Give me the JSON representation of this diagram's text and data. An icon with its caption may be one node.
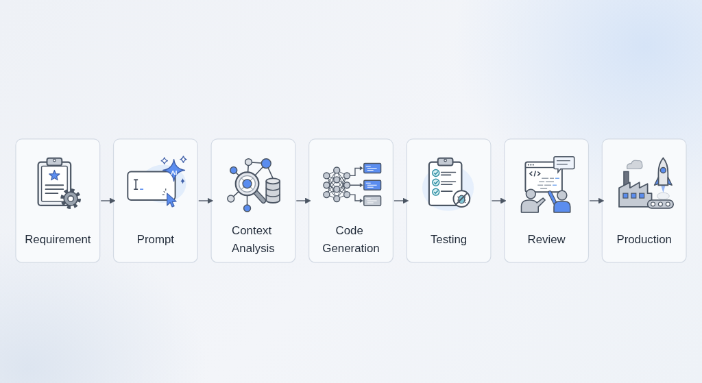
{
  "diagram": {
    "nodes": [
      {
        "text": [
          "Requirement"
        ]
      },
      {
        "text": [
          "Prompt"
        ]
      },
      {
        "text": [
          "Context Analysis"
        ]
      },
      {
        "text": [
          "Code Generation"
        ]
      },
      {
        "text": [
          "Testing"
        ]
      },
      {
        "text": [
          "Review"
        ]
      },
      {
        "text": [
          "Production"
        ]
      }
    ],
    "edges": [
      {
        "from": 0,
        "to": 1,
        "arrow": "to"
      },
      {
        "from": 1,
        "to": 2,
        "arrow": "to"
      },
      {
        "from": 2,
        "to": 3,
        "arrow": "to"
      },
      {
        "from": 3,
        "to": 4,
        "arrow": "to"
      },
      {
        "from": 4,
        "to": 5,
        "arrow": "to"
      },
      {
        "from": 5,
        "to": 6,
        "arrow": "to"
      }
    ],
    "labels": [
      "AI"
    ]
  }
}
